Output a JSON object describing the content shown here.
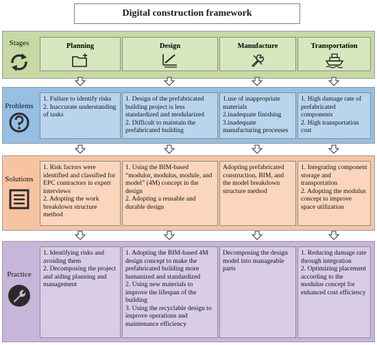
{
  "title": "Digital construction framework",
  "rows": {
    "stages": "Stages",
    "problems": "Problems",
    "solutions": "Solutions",
    "practice": "Practice"
  },
  "stages": [
    "Planning",
    "Design",
    "Manufacture",
    "Transportation"
  ],
  "stage_icons": [
    "folder-add-icon",
    "drafting-pen-icon",
    "tools-icon",
    "ship-icon"
  ],
  "row_icons": [
    "refresh-cycle-icon",
    "question-circle-icon",
    "list-document-icon",
    "wrench-circle-icon"
  ],
  "problems": [
    "1. Failure to identify risks\n2. Inaccurate understanding of tasks",
    "1. Design of the prefabricated building project is less standardized and modularized\n2. Difficult to maintain the prefabricated building",
    "1.use of inappropriate materials\n2.inadequate finishing\n3.inadequate manufacturing processes",
    "1. High damage rate of prefabricated components\n2. High transportation cost"
  ],
  "solutions": [
    "1. Risk factors were identified and classified for EPC contractors in expert interviews\n2. Adopting the work breakdown structure method",
    "1. Using the BIM-based “modulor, modulus, module, and model” (4M) concept in the design\n2. Adopting a reusable and durable design",
    "Adopting prefabricated construction, BIM, and the model breakdown structure method",
    "1. Integrating component storage and transportation\n2. Adopting the modulus concept to improve space utilization"
  ],
  "practice": [
    "1. Identifying risks and avoiding them\n2. Decomposing the project and aiding planning and management",
    "1. Adopting the BIM-based 4M design concept to make the prefabricated building more humanized and standardized\n2. Using new materials to improve the lifespan of the building\n3. Using the recyclable design to improve operations and maintenance efficiency",
    "Decomposing the design model into manageable parts",
    "1. Reducing damage rate through integration\n2. Optimizing placement according to the modulus concept for enhanced cost efficiency"
  ]
}
